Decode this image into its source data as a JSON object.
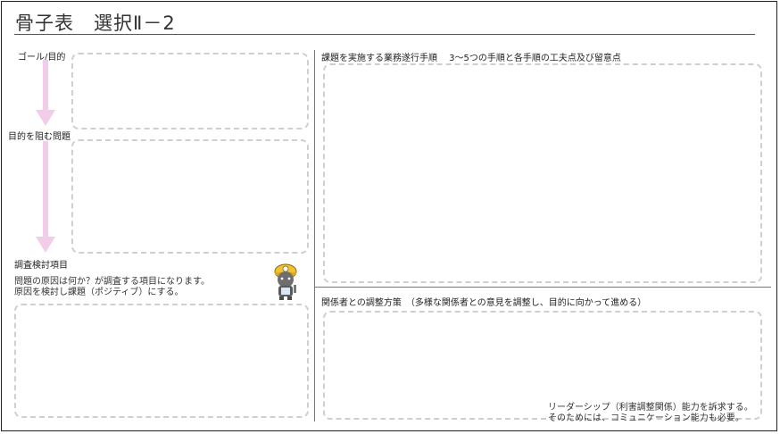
{
  "title": "骨子表　選択Ⅱ－2",
  "left": {
    "goal_label": "ゴール/目的",
    "problem_label": "目的を阻む問題",
    "investigation_label": "調査検討項目",
    "investigation_note_1": "問題の原因は何か？が調査する項目になります。",
    "investigation_note_2": "原因を検討し課題（ポジティブ）にする。"
  },
  "right": {
    "procedure_label": "課題を実施する業務遂行手順　 3～5つの手順と各手順の工夫点及び留意点",
    "coordination_label": "関係者との調整方策　（多様な関係者との意見を調整し、目的に向かって進める）",
    "coordination_note_1": "リーダーシップ（利害調整関係）能力を訴求する。",
    "coordination_note_2": "そのためには、コミュニケーション能力も必要。"
  },
  "colors": {
    "arrow": "#f2cdea",
    "dashed_border": "#cfcfcf"
  },
  "icons": {
    "mascot": "helmet-cat-mascot-icon"
  }
}
